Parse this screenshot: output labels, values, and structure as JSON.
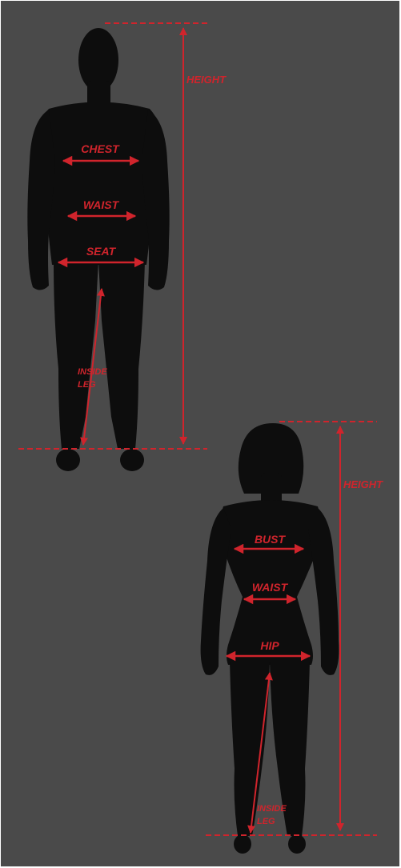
{
  "colors": {
    "background": "#4a4a4a",
    "silhouette": "#0d0d0d",
    "measure": "#d0242c"
  },
  "male": {
    "height": "HEIGHT",
    "chest": "CHEST",
    "waist": "WAIST",
    "seat": "SEAT",
    "inside_leg_line1": "INSIDE",
    "inside_leg_line2": "LEG"
  },
  "female": {
    "height": "HEIGHT",
    "bust": "BUST",
    "waist": "WAIST",
    "hip": "HIP",
    "inside_leg_line1": "INSIDE",
    "inside_leg_line2": "LEG"
  }
}
